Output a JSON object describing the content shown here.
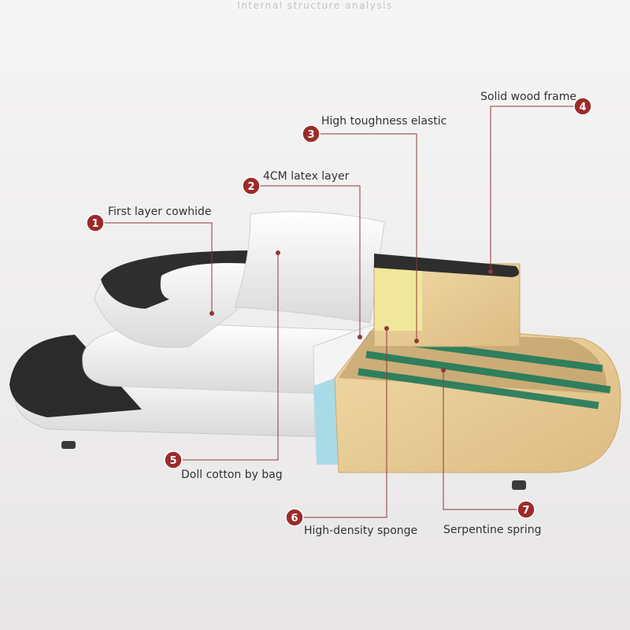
{
  "title": "Internal structure analysis",
  "colors": {
    "marker": "#9c2b2b",
    "leader": "#8d3a3a",
    "background": "#f1eff0"
  },
  "callouts": [
    {
      "number": "1",
      "label": "First layer cowhide"
    },
    {
      "number": "2",
      "label": "4CM latex layer"
    },
    {
      "number": "3",
      "label": "High toughness elastic"
    },
    {
      "number": "4",
      "label": "Solid wood frame"
    },
    {
      "number": "5",
      "label": "Doll cotton by bag"
    },
    {
      "number": "6",
      "label": "High-density sponge"
    },
    {
      "number": "7",
      "label": "Serpentine spring"
    }
  ]
}
